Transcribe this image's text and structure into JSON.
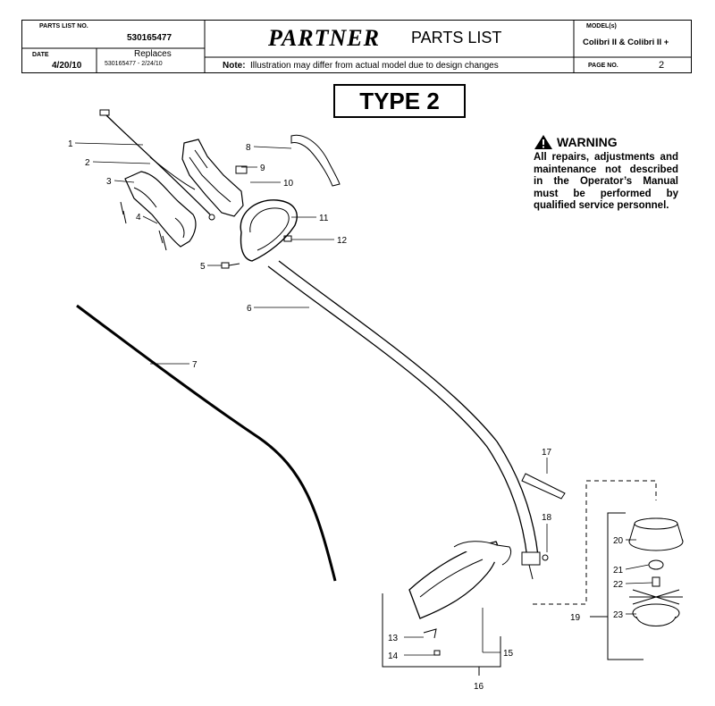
{
  "header": {
    "parts_list_no_label": "PARTS LIST NO.",
    "parts_list_no": "530165477",
    "date_label": "DATE",
    "date": "4/20/10",
    "replaces_label": "Replaces",
    "replaces": "530165477 - 2/24/10",
    "brand": "PARTNER",
    "doc_title": "PARTS LIST",
    "note_label": "Note:",
    "note": "Illustration may differ from actual model due to design changes",
    "model_label": "MODEL(s)",
    "model": "Colibri II & Colibri II +",
    "page_label": "PAGE   NO.",
    "page_no": "2"
  },
  "type_label": "TYPE 2",
  "warning": {
    "title": "WARNING",
    "text": "All repairs, adjustments and maintenance not described in the Operator’s Manual must be performed by qualified service personnel."
  },
  "callouts": [
    "1",
    "2",
    "3",
    "4",
    "5",
    "6",
    "7",
    "8",
    "9",
    "10",
    "11",
    "12",
    "13",
    "14",
    "15",
    "16",
    "17",
    "18",
    "19",
    "20",
    "21",
    "22",
    "23"
  ]
}
